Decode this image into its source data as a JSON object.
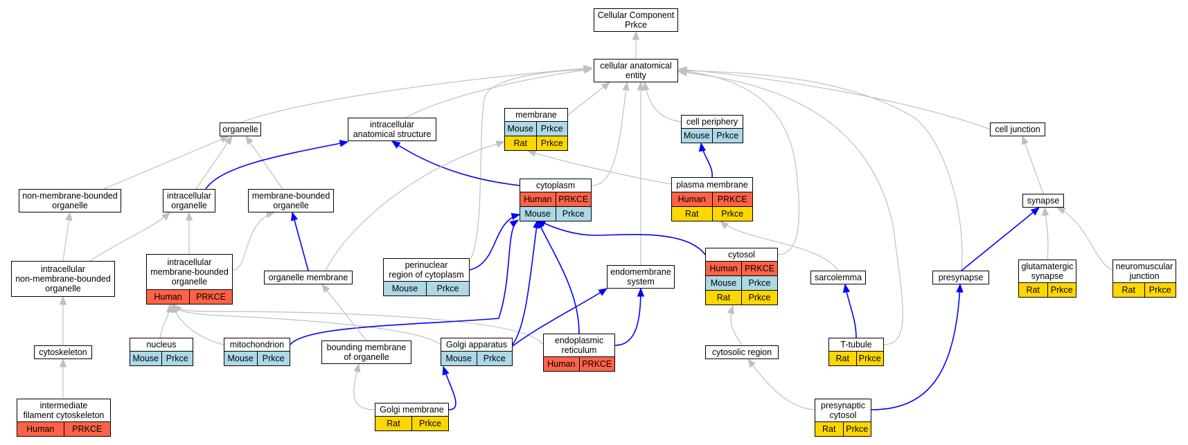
{
  "colors": {
    "human": "#ff6347",
    "mouse": "#add8e6",
    "rat": "#ffd700",
    "edge_gray": "#c0c0c0",
    "edge_blue": "#0000ff"
  },
  "nodes": {
    "root": {
      "label": "Cellular Component\nPrkce",
      "rows": []
    },
    "cae": {
      "label": "cellular anatomical\nentity",
      "rows": []
    },
    "organelle": {
      "label": "organelle",
      "rows": []
    },
    "ias": {
      "label": "intracellular\nanatomical structure",
      "rows": []
    },
    "membrane": {
      "label": "membrane",
      "rows": [
        [
          "Mouse",
          "Prkce"
        ],
        [
          "Rat",
          "Prkce"
        ]
      ]
    },
    "cellperiph": {
      "label": "cell periphery",
      "rows": [
        [
          "Mouse",
          "Prkce"
        ]
      ]
    },
    "celljunction": {
      "label": "cell junction",
      "rows": []
    },
    "nmbo": {
      "label": "non-membrane-bounded\norganelle",
      "rows": []
    },
    "intorg": {
      "label": "intracellular\norganelle",
      "rows": []
    },
    "mbo": {
      "label": "membrane-bounded\norganelle",
      "rows": []
    },
    "cytoplasm": {
      "label": "cytoplasm",
      "rows": [
        [
          "Human",
          "PRKCE"
        ],
        [
          "Mouse",
          "Prkce"
        ]
      ]
    },
    "plasmamem": {
      "label": "plasma membrane",
      "rows": [
        [
          "Human",
          "PRKCE"
        ],
        [
          "Rat",
          "Prkce"
        ]
      ]
    },
    "synapse": {
      "label": "synapse",
      "rows": []
    },
    "inmbo": {
      "label": "intracellular\nnon-membrane-bounded\norganelle",
      "rows": []
    },
    "imbo": {
      "label": "intracellular\nmembrane-bounded\norganelle",
      "rows": [
        [
          "Human",
          "PRKCE"
        ]
      ]
    },
    "orgmem": {
      "label": "organelle membrane",
      "rows": []
    },
    "perinuc": {
      "label": "perinuclear\nregion of cytoplasm",
      "rows": [
        [
          "Mouse",
          "Prkce"
        ]
      ]
    },
    "endomem": {
      "label": "endomembrane\nsystem",
      "rows": []
    },
    "cytosol": {
      "label": "cytosol",
      "rows": [
        [
          "Human",
          "PRKCE"
        ],
        [
          "Mouse",
          "Prkce"
        ],
        [
          "Rat",
          "Prkce"
        ]
      ]
    },
    "sarcolemma": {
      "label": "sarcolemma",
      "rows": []
    },
    "presynapse": {
      "label": "presynapse",
      "rows": []
    },
    "glutsyn": {
      "label": "glutamatergic\nsynapse",
      "rows": [
        [
          "Rat",
          "Prkce"
        ]
      ]
    },
    "nmj": {
      "label": "neuromuscular\njunction",
      "rows": [
        [
          "Rat",
          "Prkce"
        ]
      ]
    },
    "cytoskeleton": {
      "label": "cytoskeleton",
      "rows": []
    },
    "nucleus": {
      "label": "nucleus",
      "rows": [
        [
          "Mouse",
          "Prkce"
        ]
      ]
    },
    "mito": {
      "label": "mitochondrion",
      "rows": [
        [
          "Mouse",
          "Prkce"
        ]
      ]
    },
    "bmo": {
      "label": "bounding membrane\nof organelle",
      "rows": []
    },
    "golgi": {
      "label": "Golgi apparatus",
      "rows": [
        [
          "Mouse",
          "Prkce"
        ]
      ]
    },
    "er": {
      "label": "endoplasmic\nreticulum",
      "rows": [
        [
          "Human",
          "PRKCE"
        ]
      ]
    },
    "cytoreg": {
      "label": "cytosolic region",
      "rows": []
    },
    "ttubule": {
      "label": "T-tubule",
      "rows": [
        [
          "Rat",
          "Prkce"
        ]
      ]
    },
    "ifc": {
      "label": "intermediate\nfilament cytoskeleton",
      "rows": [
        [
          "Human",
          "PRKCE"
        ]
      ]
    },
    "golgimem": {
      "label": "Golgi membrane",
      "rows": [
        [
          "Rat",
          "Prkce"
        ]
      ]
    },
    "presyncyto": {
      "label": "presynaptic\ncytosol",
      "rows": [
        [
          "Rat",
          "Prkce"
        ]
      ]
    }
  }
}
